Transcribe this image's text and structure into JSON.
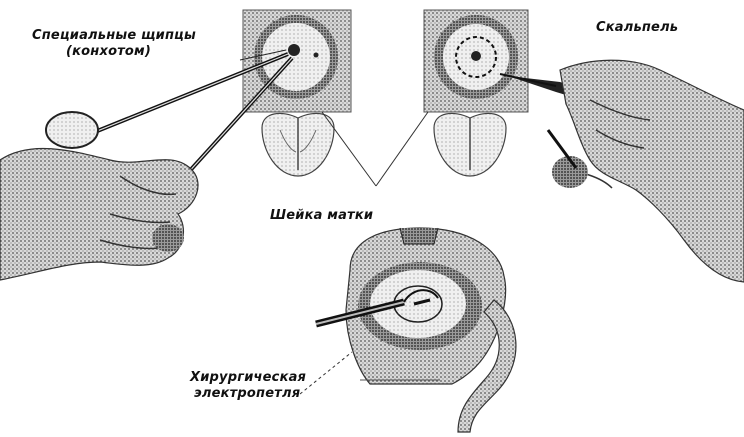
{
  "labels": {
    "forceps_line1": "Специальные щипцы",
    "forceps_line2": "(конхотом)",
    "scalpel": "Скальпель",
    "cervix": "Шейка матки",
    "loop_line1": "Хирургическая",
    "loop_line2": "электропетля"
  },
  "colors": {
    "ink": "#111111",
    "shade": "#8a8a8a",
    "light": "#c8c8c8",
    "paper": "#ffffff"
  }
}
